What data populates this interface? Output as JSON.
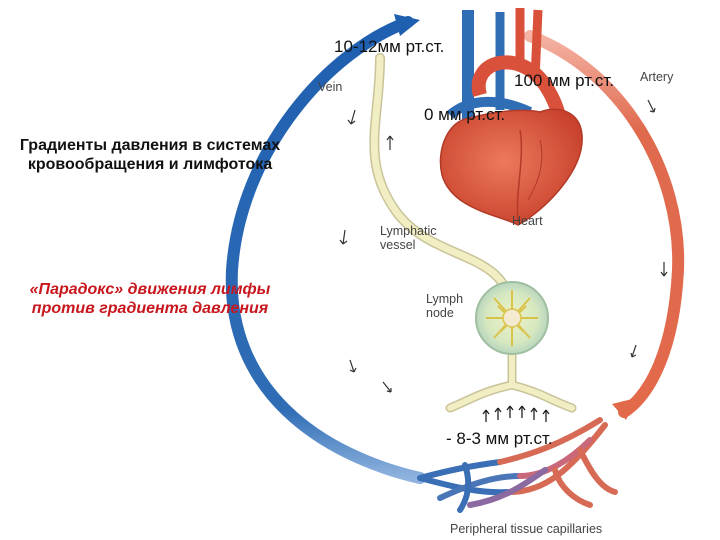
{
  "pressures": {
    "vein_top": "10-12мм рт.ст.",
    "artery_top": "100 мм рт.ст.",
    "right_atrium": "0 мм рт.ст.",
    "tissue": "- 8-3 мм рт.ст."
  },
  "anatomy_labels": {
    "vein": "Vein",
    "artery": "Artery",
    "heart": "Heart",
    "lymphatic_line1": "Lymphatic",
    "lymphatic_line2": "vessel",
    "lymph_node_line1": "Lymph",
    "lymph_node_line2": "node",
    "capillaries": "Peripheral tissue capillaries"
  },
  "text_blocks": {
    "heading": "Градиенты давления в системах кровообращения и лимфотока",
    "paradox": "«Парадокс» движения лимфы против градиента давления"
  },
  "colors": {
    "venous_blue": "#2f6db5",
    "arterial_red": "#e06a4e",
    "lymph_cream": "#f2eec4",
    "heart_red": "#d9513a",
    "paradox_text": "#c8161d"
  }
}
